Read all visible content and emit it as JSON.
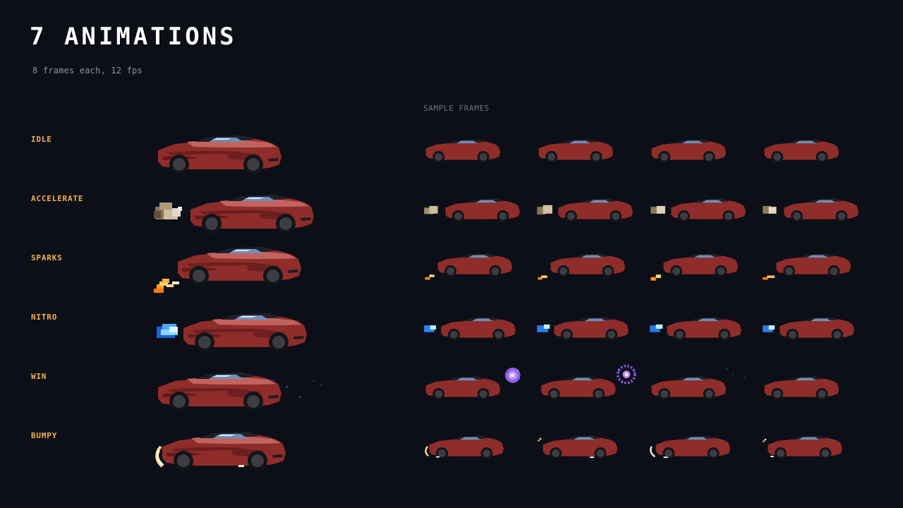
{
  "header": {
    "title": "7 ANIMATIONS",
    "subtitle": "8 frames each, 12 fps"
  },
  "samples": {
    "label": "SAMPLE FRAMES"
  },
  "animations": [
    {
      "label": "IDLE",
      "effect": "none"
    },
    {
      "label": "ACCELERATE",
      "effect": "dust"
    },
    {
      "label": "SPARKS",
      "effect": "sparks"
    },
    {
      "label": "NITRO",
      "effect": "nitro"
    },
    {
      "label": "WIN",
      "effect": "win"
    },
    {
      "label": "BUMPY",
      "effect": "bump"
    }
  ],
  "colors": {
    "background": "#0c0f17",
    "accent": "#f5b14b",
    "car_body": "#962e2b",
    "dust": "#c8b89a",
    "sparks": "#f28b1a",
    "nitro": "#3a8cff",
    "win": "#8b5cf6"
  }
}
